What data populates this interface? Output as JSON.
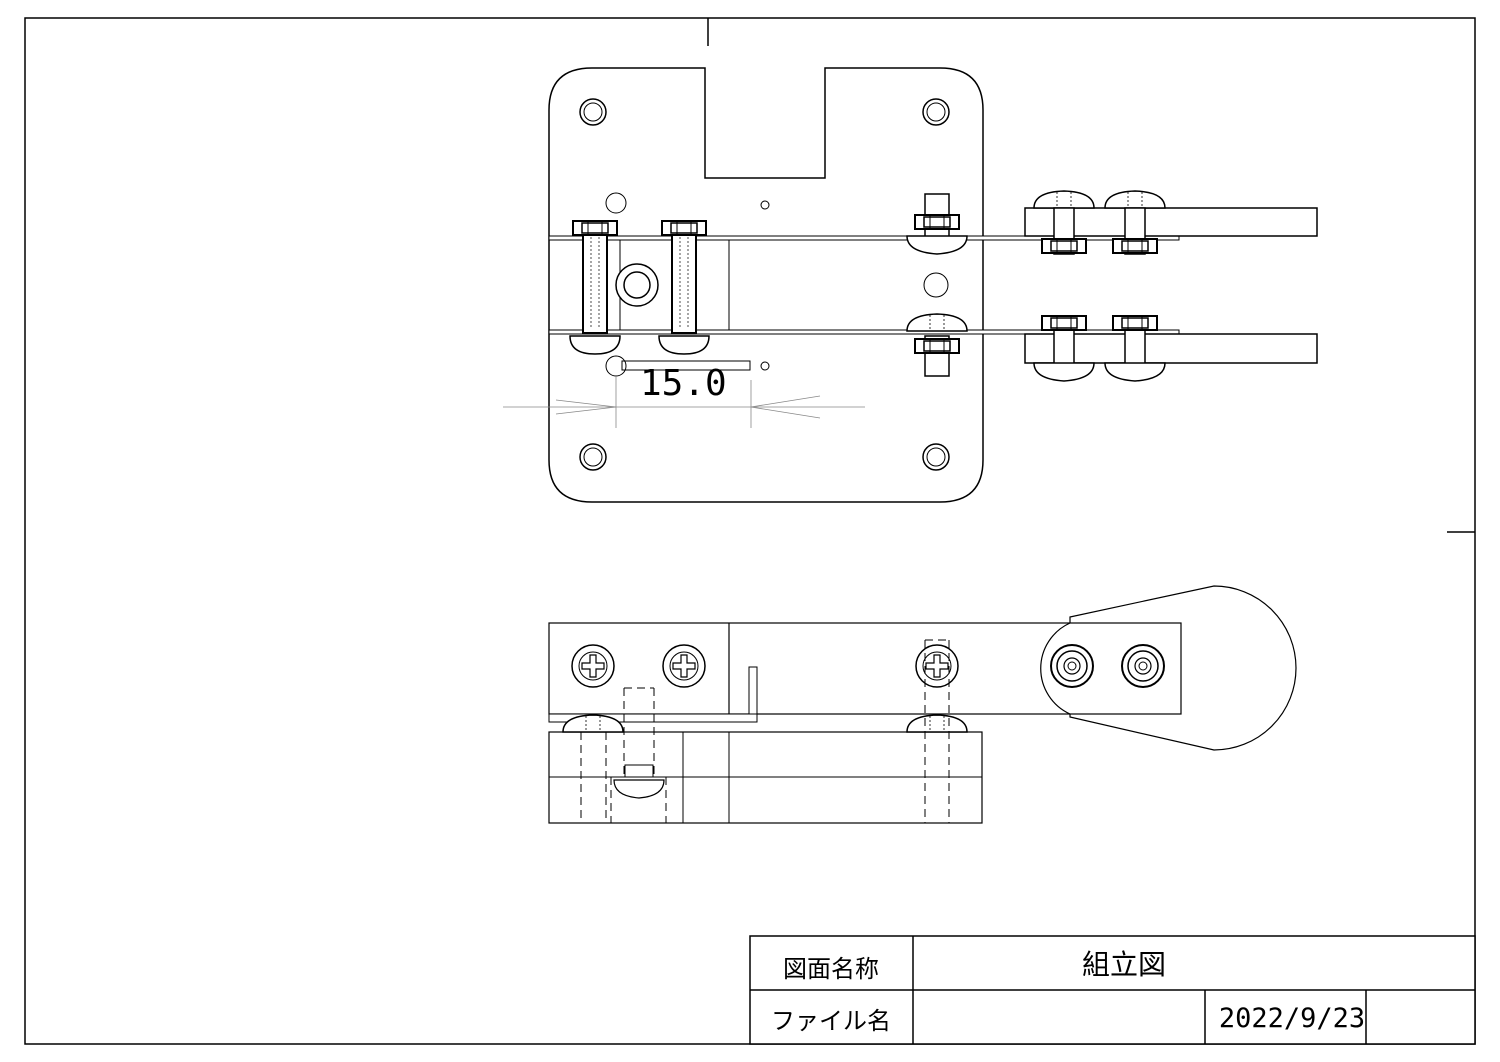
{
  "drawing": {
    "dimension_label": "15.0"
  },
  "title_block": {
    "drawing_name_label": "図面名称",
    "drawing_name_value": "組立図",
    "file_name_label": "ファイル名",
    "file_name_value": "",
    "date": "2022/9/23",
    "extra": ""
  }
}
